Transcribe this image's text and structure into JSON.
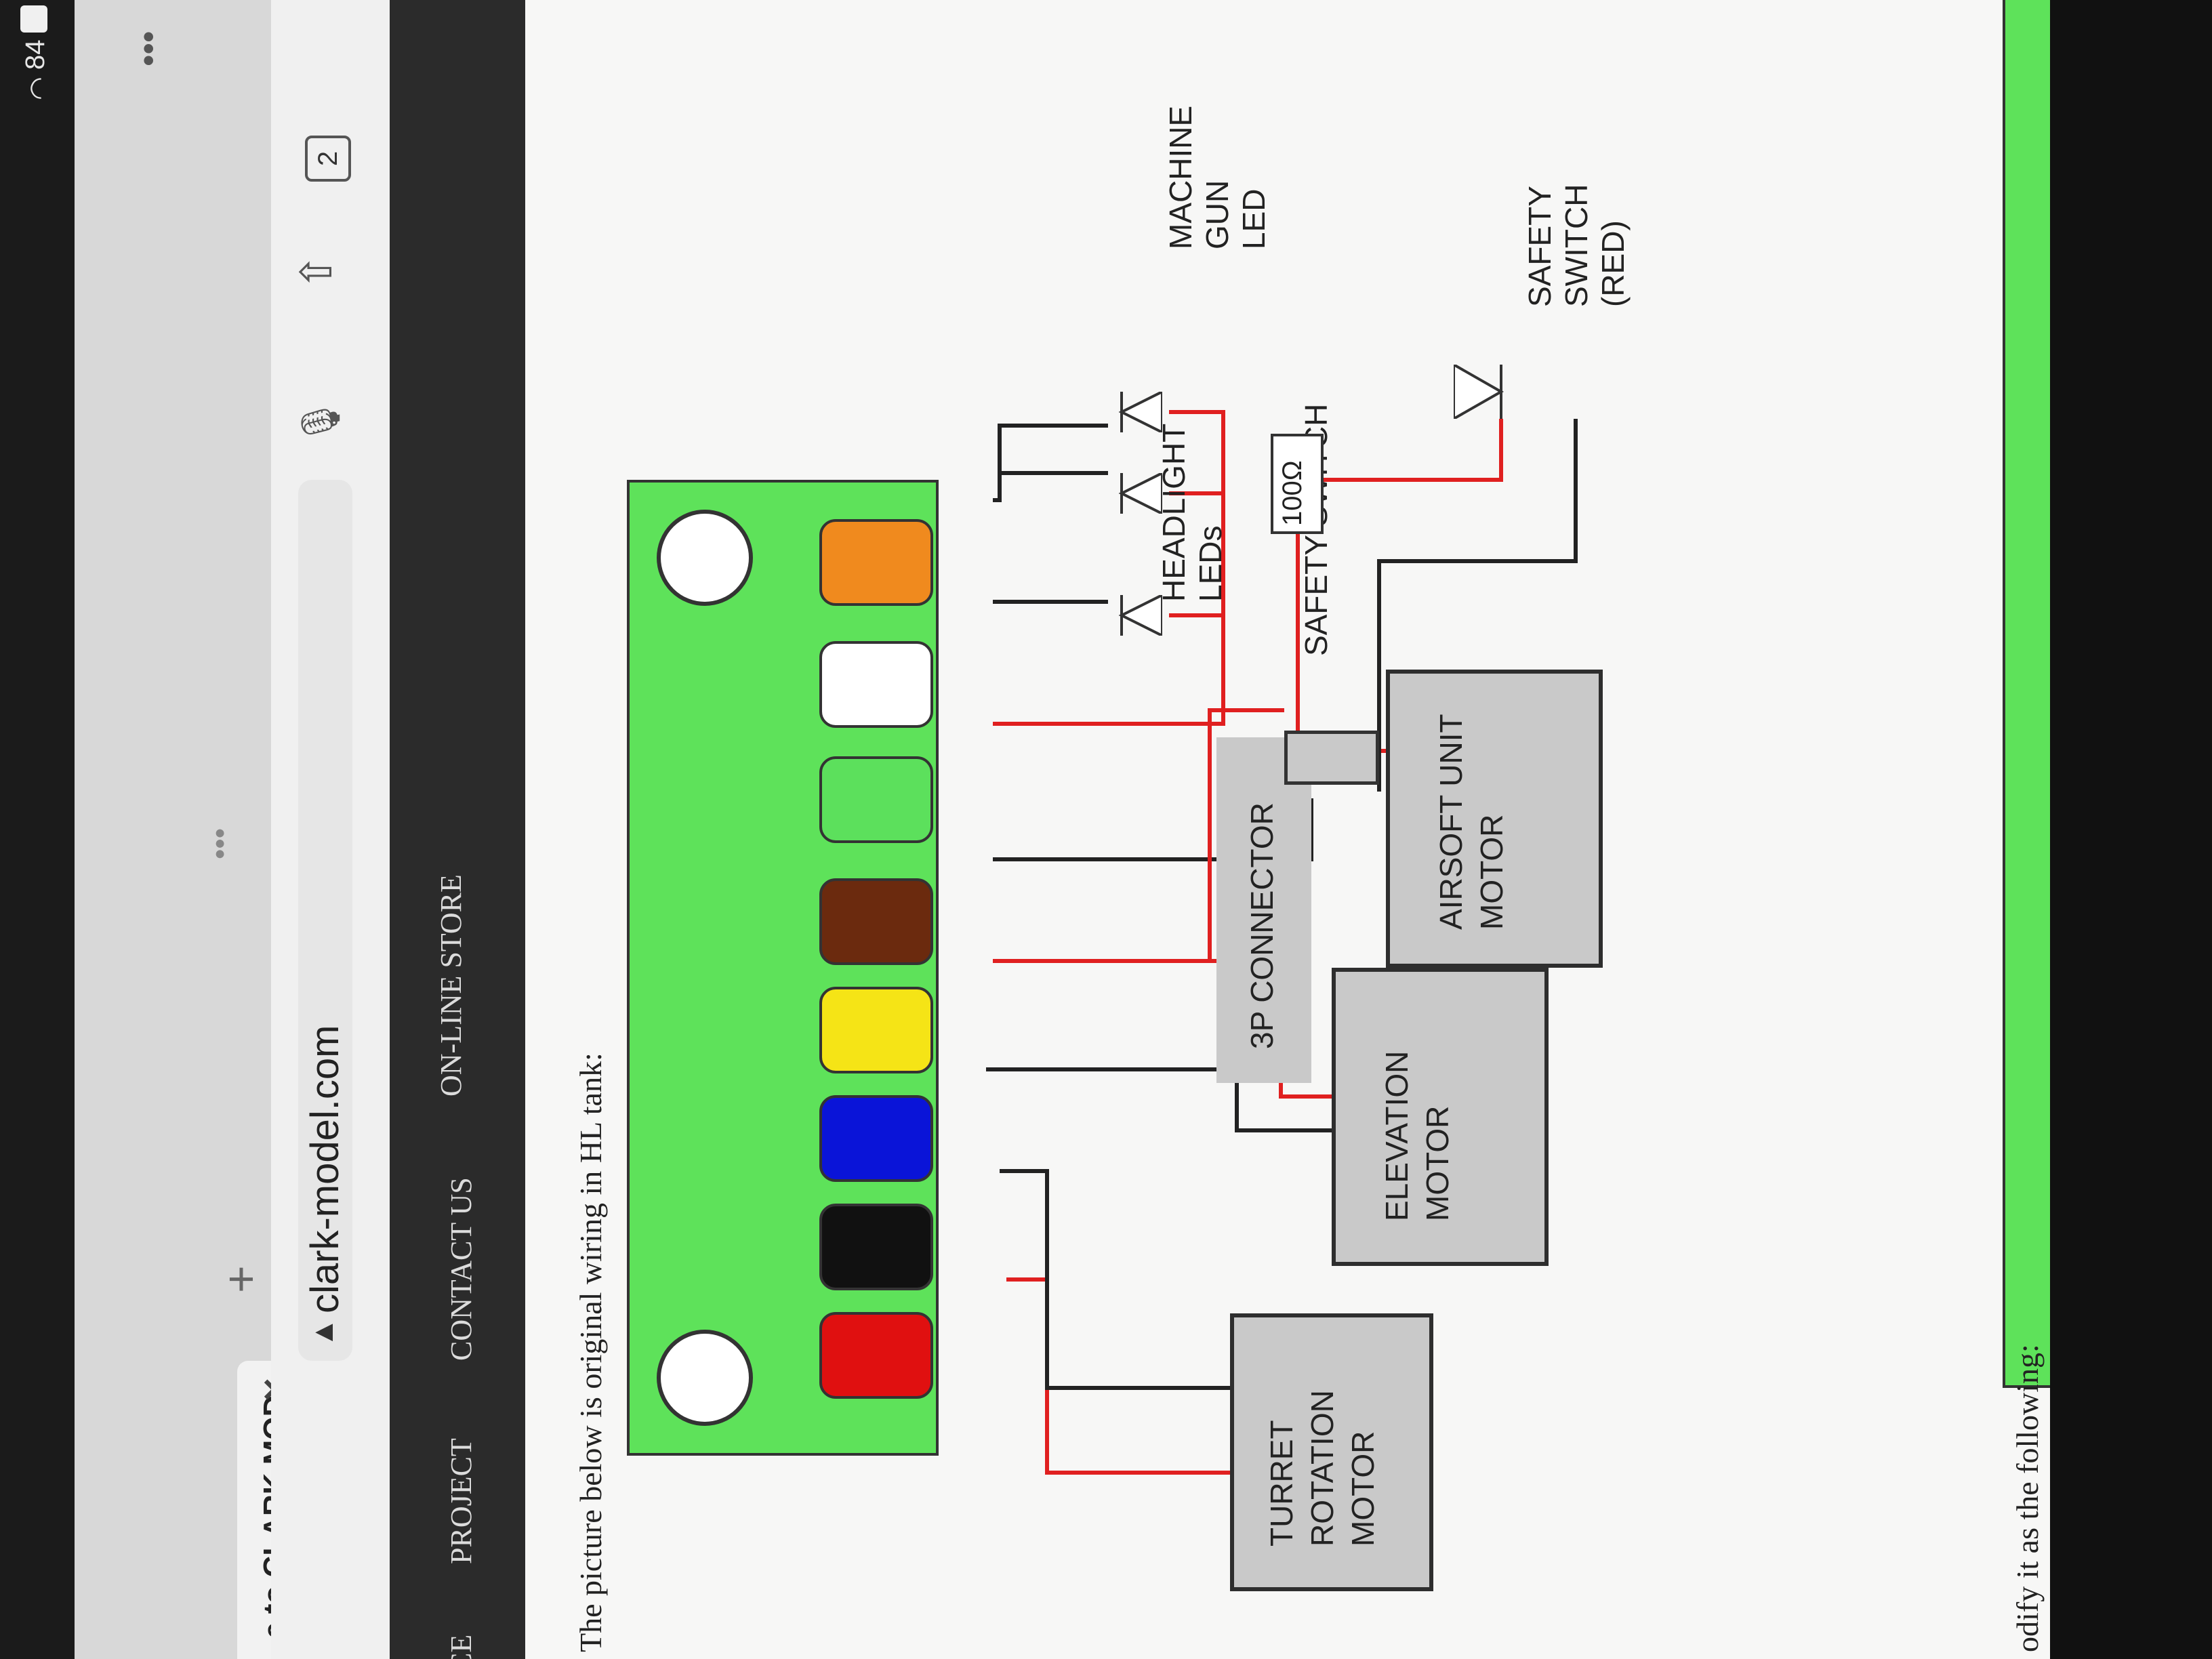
{
  "status_bar": {
    "battery": "84 %"
  },
  "browser": {
    "tab_title": "e to CLARK MOD",
    "url": "clark-model.com",
    "tab_count": "2"
  },
  "nav": {
    "items": [
      "CE",
      "PROJECT",
      "CONTACT US",
      "ON-LINE STORE"
    ]
  },
  "content": {
    "intro": "The picture below is original wiring in HL tank:",
    "outro": "odify it as the following:"
  },
  "diagram": {
    "motors": {
      "turret": "TURRET ROTATION MOTOR",
      "elevation": "ELEVATION MOTOR",
      "airsoft": "AIRSOFT UNIT MOTOR"
    },
    "connector": "3P CONNECTOR",
    "safety_switch": "SAFETY SWITCH",
    "resistor": "100Ω",
    "headlight": "HEADLIGHT LEDs",
    "machine_gun": "MACHINE GUN LED",
    "safety_led": "SAFETY SWITCH (RED)",
    "pin_colors": [
      "#e01010",
      "#111111",
      "#0a14d8",
      "#f5e416",
      "#6b2a0e",
      "#5ce05c",
      "#ffffff",
      "#f08a1e"
    ],
    "board_color": "#5ee25a",
    "wire_red": "#e02020"
  }
}
